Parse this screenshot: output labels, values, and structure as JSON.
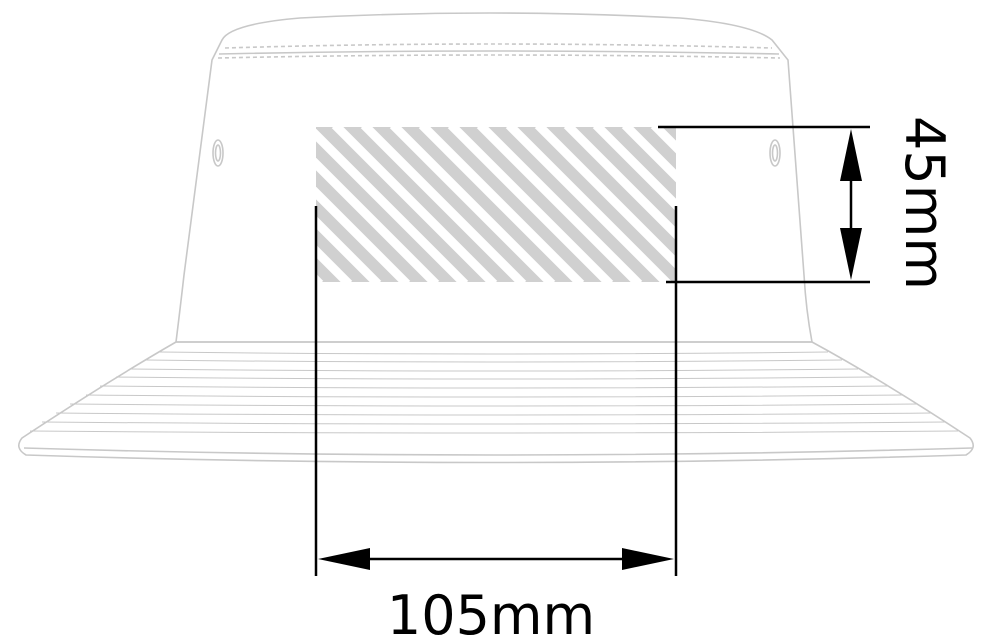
{
  "diagram": {
    "product": "bucket hat",
    "print_area": {
      "width_label": "105mm",
      "height_label": "45mm",
      "fill_color": "#d0d0d0",
      "stripe_color": "#ffffff"
    },
    "colors": {
      "outline": "#c8c8c8",
      "dimension_line": "#000000",
      "background": "#ffffff"
    }
  }
}
